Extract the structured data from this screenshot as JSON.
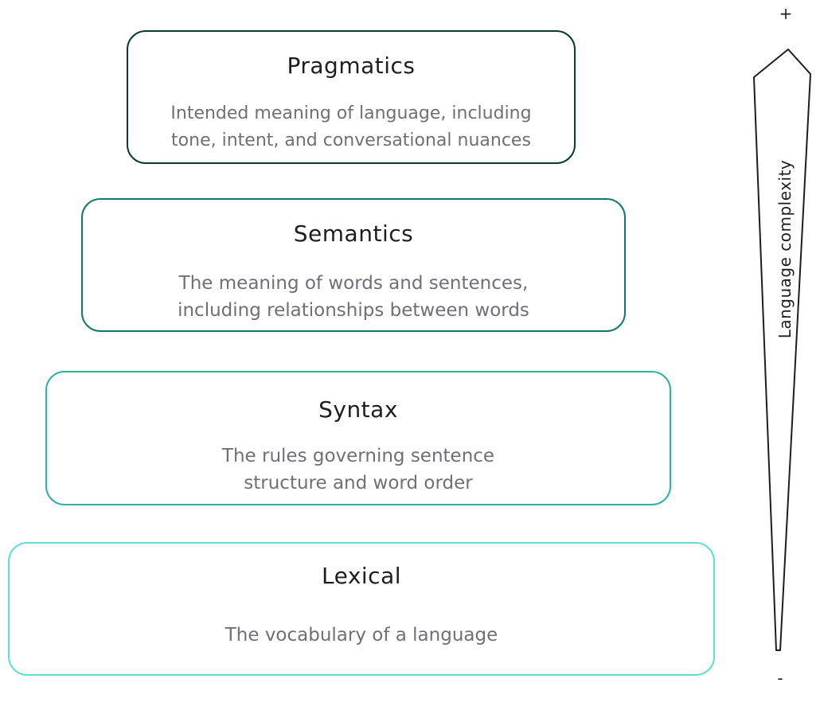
{
  "levels": {
    "pragmatics": {
      "title": "Pragmatics",
      "description": "Intended meaning of language, including\ntone, intent, and conversational nuances",
      "border_color": "#0c3b34"
    },
    "semantics": {
      "title": "Semantics",
      "description": "The meaning of words and sentences,\nincluding relationships between words",
      "border_color": "#0f7a6b"
    },
    "syntax": {
      "title": "Syntax",
      "description": "The rules governing sentence\nstructure and word order",
      "border_color": "#2fb3a0"
    },
    "lexical": {
      "title": "Lexical",
      "description": "The vocabulary of a language",
      "border_color": "#5fe0cf"
    }
  },
  "scale": {
    "label": "Language complexity",
    "top_mark": "+",
    "bottom_mark": "-"
  }
}
